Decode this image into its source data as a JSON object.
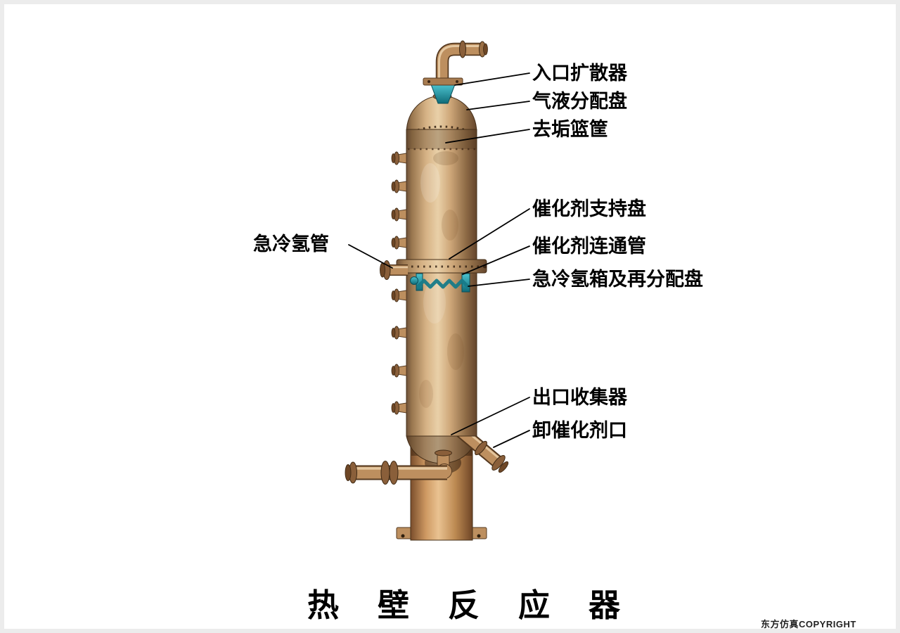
{
  "title": "热壁反应器",
  "copyright": "东方仿真COPYRIGHT",
  "labels": {
    "inlet_diffuser": "入口扩散器",
    "gas_liquid_tray": "气液分配盘",
    "descaling_basket": "去垢篮筐",
    "catalyst_support_tray": "催化剂支持盘",
    "catalyst_connecting_pipe": "催化剂连通管",
    "quench_box_redistribution_tray": "急冷氢箱及再分配盘",
    "outlet_collector": "出口收集器",
    "catalyst_unloading_port": "卸催化剂口",
    "quench_hydrogen_pipe": "急冷氢管"
  },
  "colors": {
    "vessel_copper": "#bd8f5f",
    "vessel_highlight": "#ecd2ad",
    "vessel_shadow": "#64452c",
    "skirt_orange": "#cf9a63",
    "teal_internal": "#177a88",
    "leader_line": "#000000",
    "background": "#ffffff"
  }
}
